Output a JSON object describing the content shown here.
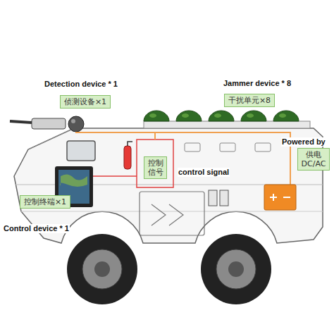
{
  "diagram": {
    "nodes": [
      {
        "text": [
          "侦测设备×1"
        ]
      },
      {
        "text": [
          "干扰单元×8"
        ]
      },
      {
        "text": [
          "供电 DC/AC"
        ]
      },
      {
        "text": [
          "控制 信号"
        ]
      },
      {
        "text": [
          "控制终端×1"
        ]
      }
    ],
    "labels": [
      "Detection device * 1",
      "Jammer device * 8",
      "Powered by",
      "control signal",
      "Control device * 1"
    ]
  }
}
